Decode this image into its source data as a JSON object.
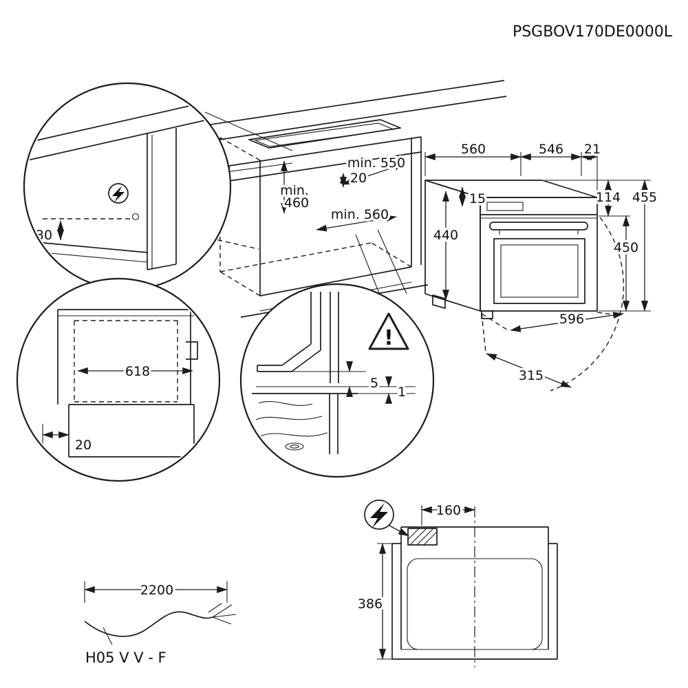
{
  "product_code": "PSGBOV170DE0000L",
  "electrical_detail": {
    "cable_offset": "30"
  },
  "niche": {
    "depth": "min. 550",
    "rear_gap": "20",
    "height_prefix": "min.",
    "height_value": "460",
    "width": "min. 560"
  },
  "oven": {
    "niche_depth": "560",
    "body_depth": "546",
    "front_overhang": "21",
    "top_clearance": "15",
    "panel_height": "114",
    "total_height": "455",
    "body_height": "440",
    "front_height": "450",
    "width": "596",
    "door_depth": "315"
  },
  "front_view": {
    "inner_width": "618",
    "side_inset": "20"
  },
  "mount_detail": {
    "upper_gap": "5",
    "lower_gap": "1",
    "warning_mark": "!"
  },
  "cable": {
    "length": "2200",
    "type": "H05 V V - F"
  },
  "top_view": {
    "connection_offset_x": "160",
    "connection_offset_y": "386"
  }
}
